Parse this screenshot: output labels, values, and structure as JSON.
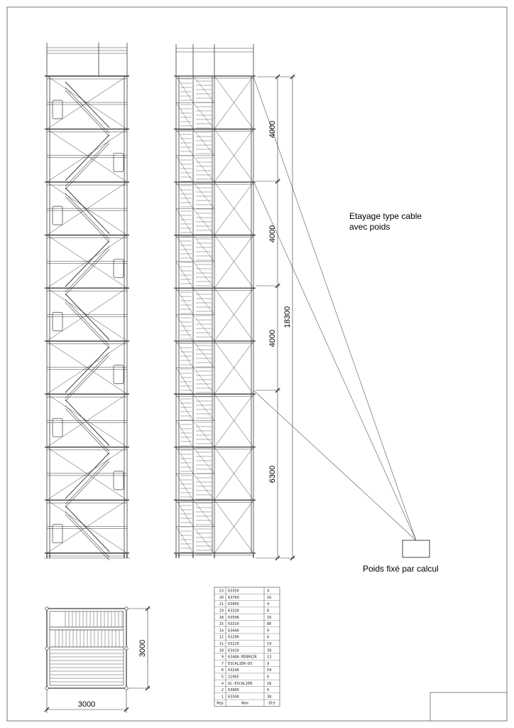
{
  "notes": {
    "bracing_type_line1": "Etayage type cable",
    "bracing_type_line2": "avec poids",
    "weight_label": "Poids fixé par calcul"
  },
  "dimensions": {
    "levels": [
      "4000",
      "4000",
      "4000",
      "6300"
    ],
    "total_height": "18300",
    "plan_width": "3000",
    "plan_depth": "3000"
  },
  "parts_table": {
    "headers": [
      "Rep",
      "Nom",
      "Qté"
    ],
    "rows": [
      [
        "23",
        "63350",
        "4"
      ],
      [
        "20",
        "63760",
        "16"
      ],
      [
        "21",
        "63960",
        "4"
      ],
      [
        "19",
        "63320",
        "8"
      ],
      [
        "18",
        "63508",
        "16"
      ],
      [
        "15",
        "63310",
        "80"
      ],
      [
        "14",
        "63440",
        "9"
      ],
      [
        "12",
        "63200",
        "6"
      ],
      [
        "11",
        "63220",
        "19"
      ],
      [
        "10",
        "63410",
        "39"
      ],
      [
        "9",
        "63440-MIRROIR",
        "13"
      ],
      [
        "7",
        "ESCALIER-DS",
        "9"
      ],
      [
        "6",
        "63240",
        "54"
      ],
      [
        "5",
        "21905",
        "6"
      ],
      [
        "4",
        "GC-ESCALIER",
        "18"
      ],
      [
        "2",
        "63900",
        "6"
      ],
      [
        "1",
        "63340",
        "38"
      ]
    ]
  }
}
